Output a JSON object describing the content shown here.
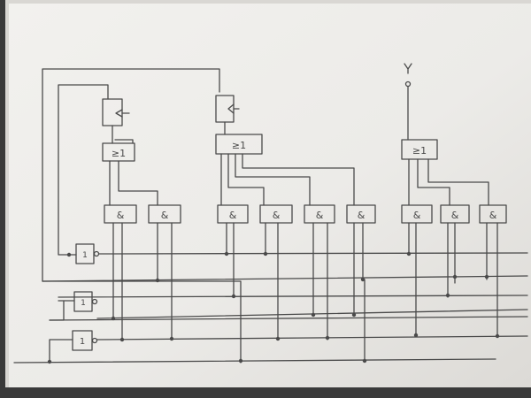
{
  "colors": {
    "background": "#3a3a3a",
    "paper": "#ecebe8",
    "paper_shadow": "#d9d7d3",
    "ink": "#4a4a4a"
  },
  "diagram": {
    "medium": "pencil sketch on paper",
    "gates": [
      {
        "id": "n1",
        "type": "not",
        "label": "1"
      },
      {
        "id": "n2",
        "type": "not",
        "label": "1"
      },
      {
        "id": "n3",
        "type": "not",
        "label": "1"
      },
      {
        "id": "and1",
        "type": "and",
        "label": "&"
      },
      {
        "id": "and2",
        "type": "and",
        "label": "&"
      },
      {
        "id": "and3",
        "type": "and",
        "label": "&"
      },
      {
        "id": "and4",
        "type": "and",
        "label": "&"
      },
      {
        "id": "and5",
        "type": "and",
        "label": "&"
      },
      {
        "id": "and6",
        "type": "and",
        "label": "&"
      },
      {
        "id": "and7",
        "type": "and",
        "label": "&"
      },
      {
        "id": "and8",
        "type": "and",
        "label": "&"
      },
      {
        "id": "and9",
        "type": "and",
        "label": "&"
      },
      {
        "id": "or1",
        "type": "or",
        "label": "≥1"
      },
      {
        "id": "or2",
        "type": "or",
        "label": "≥1"
      },
      {
        "id": "or3",
        "type": "or",
        "label": "≥1"
      },
      {
        "id": "ff1",
        "type": "flip-flop",
        "label": ""
      },
      {
        "id": "ff2",
        "type": "flip-flop",
        "label": ""
      }
    ],
    "output_label": "Y"
  }
}
